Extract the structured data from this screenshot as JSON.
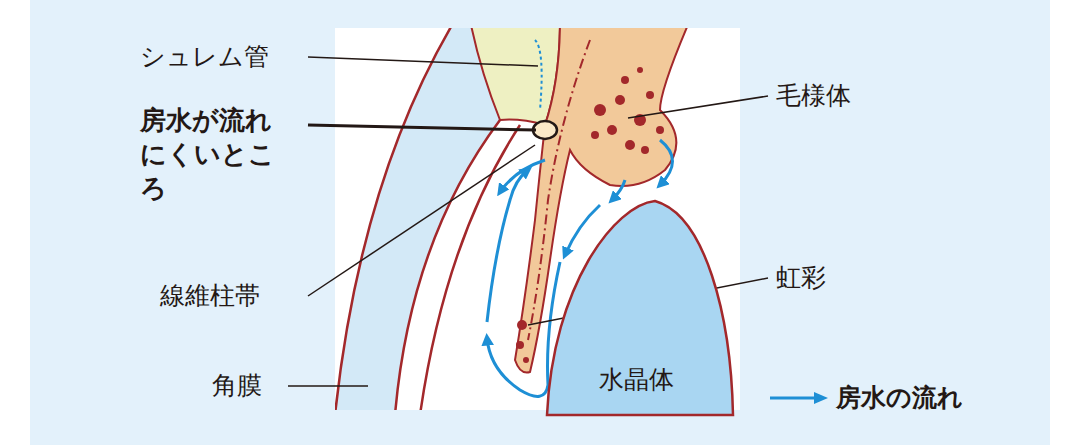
{
  "diagram": {
    "nodes": [
      {
        "text": [
          "水晶体"
        ]
      }
    ],
    "labels": [
      "シュレム管",
      "房水が流れ にくいところ",
      "線維柱帯",
      "角膜",
      "毛様体",
      "虹彩"
    ],
    "legend": [
      {
        "text": "房水の流れ"
      }
    ]
  }
}
